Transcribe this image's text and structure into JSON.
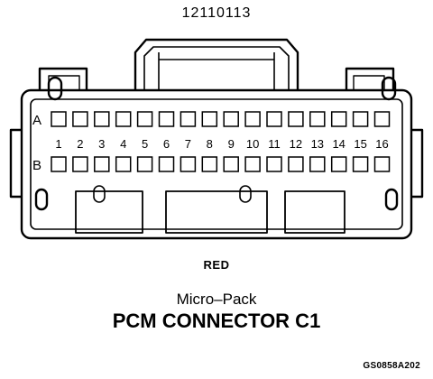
{
  "part_number": "12110113",
  "rows": [
    {
      "label": "A"
    },
    {
      "label": "B"
    }
  ],
  "pin_numbers": [
    "1",
    "2",
    "3",
    "4",
    "5",
    "6",
    "7",
    "8",
    "9",
    "10",
    "11",
    "12",
    "13",
    "14",
    "15",
    "16"
  ],
  "color_label": "RED",
  "subtitle": "Micro–Pack",
  "title": "PCM CONNECTOR C1",
  "figure_code": "GS0858A202"
}
